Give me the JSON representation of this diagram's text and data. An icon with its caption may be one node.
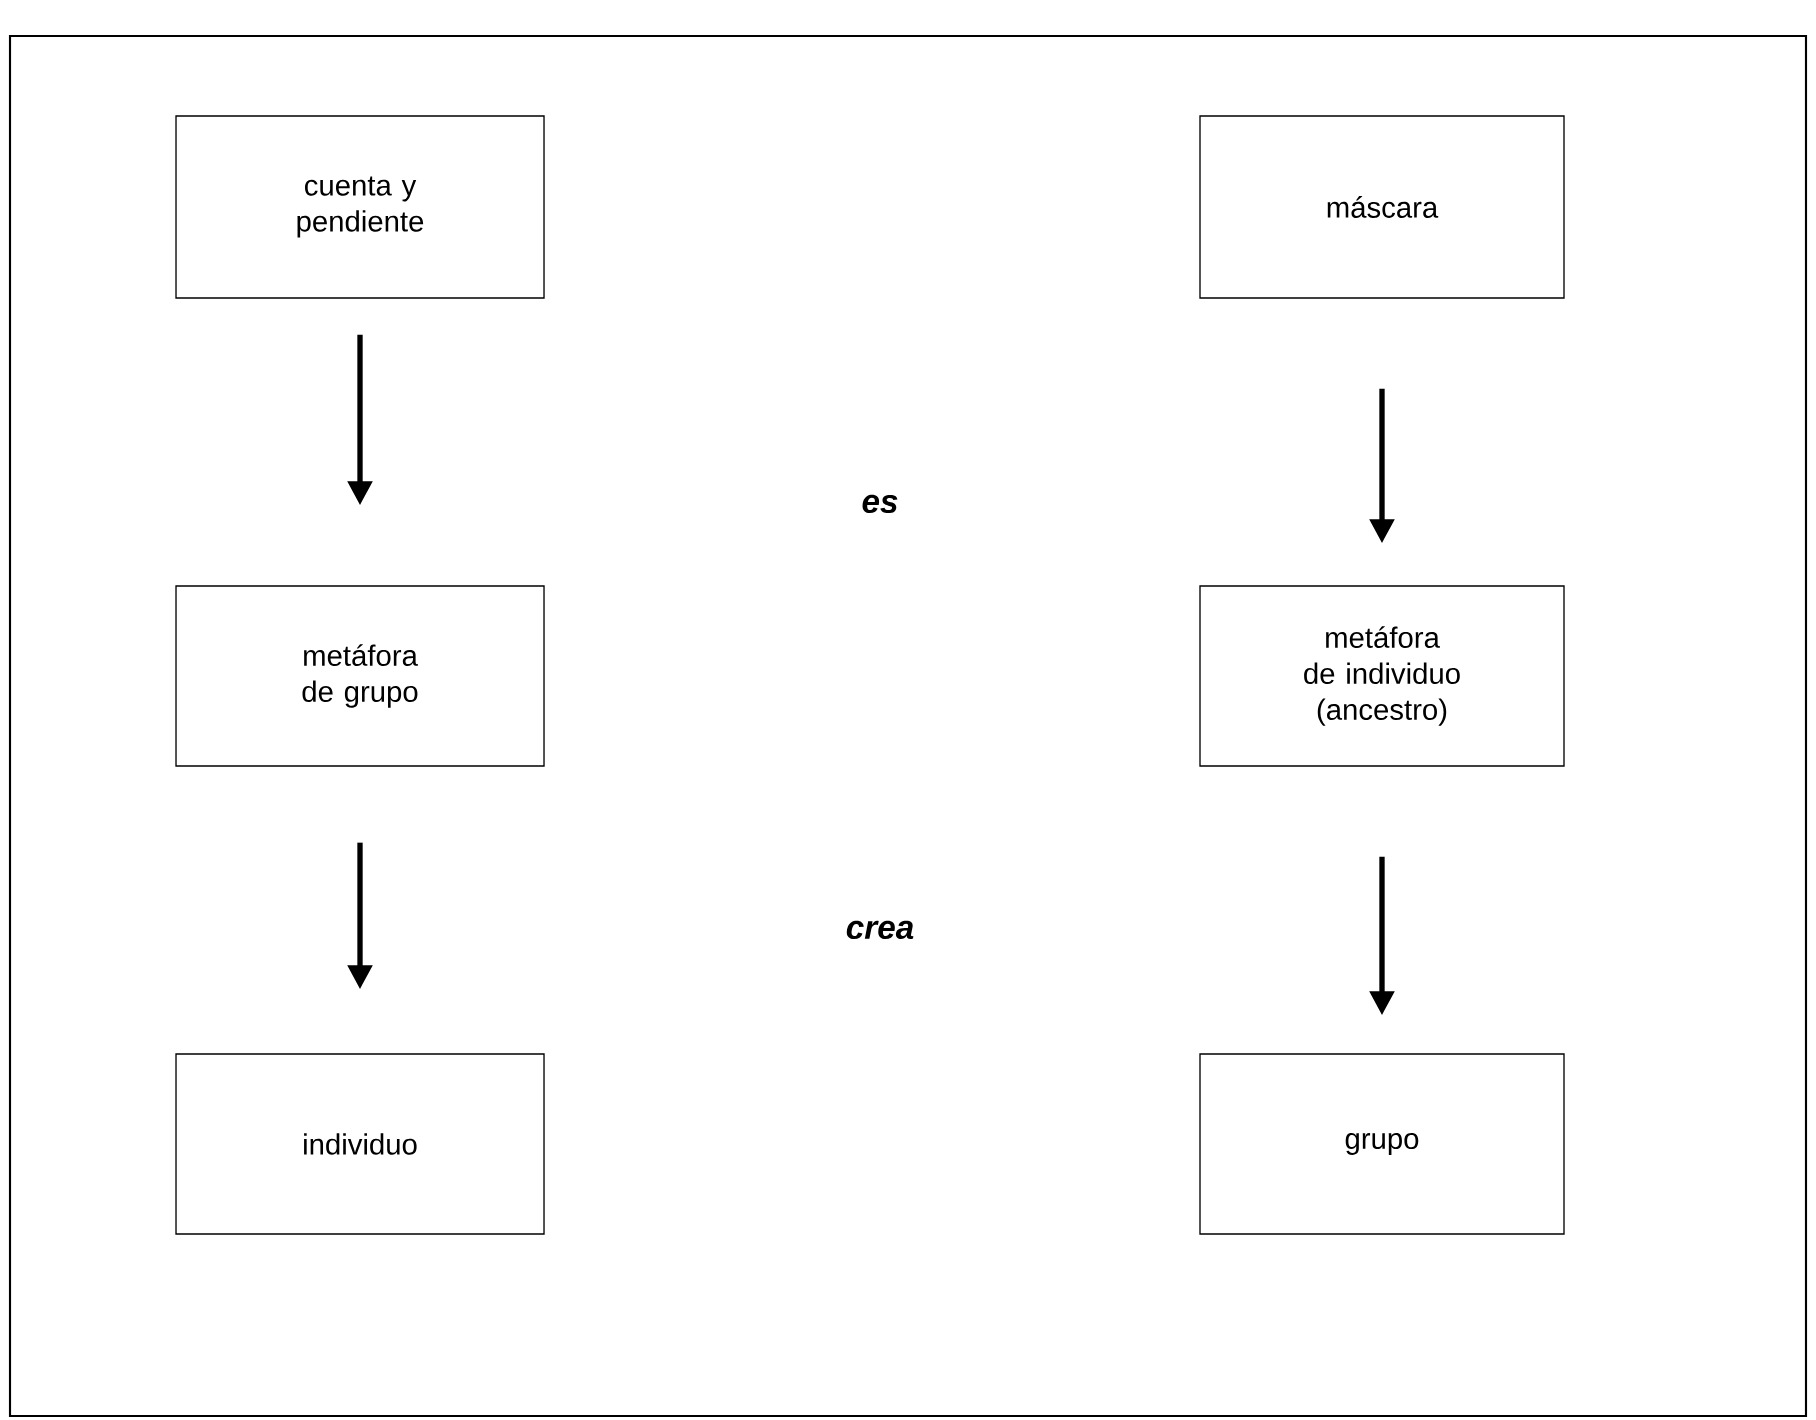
{
  "diagram": {
    "nodes": [
      {
        "text": [
          "cuenta y pendiente"
        ]
      },
      {
        "text": [
          "máscara"
        ]
      },
      {
        "text": [
          "metáfora de grupo"
        ]
      },
      {
        "text": [
          "metáfora de individuo (ancestro)"
        ]
      },
      {
        "text": [
          "individuo"
        ]
      },
      {
        "text": [
          "grupo"
        ]
      }
    ],
    "edges": [
      {
        "from": 0,
        "to": 2,
        "arrow": "to"
      },
      {
        "from": 1,
        "to": 3,
        "arrow": "to"
      },
      {
        "from": 2,
        "to": 4,
        "arrow": "to"
      },
      {
        "from": 3,
        "to": 5,
        "arrow": "to"
      }
    ],
    "labels": [
      "es",
      "crea"
    ]
  }
}
